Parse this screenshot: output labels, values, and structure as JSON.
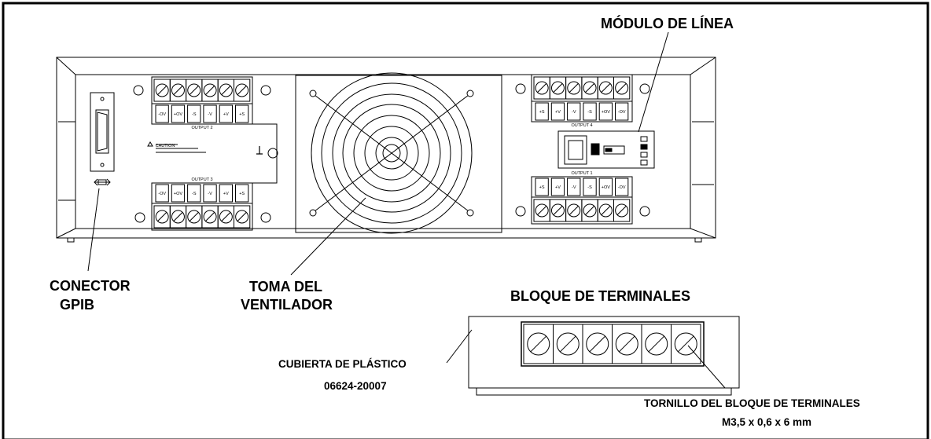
{
  "labels": {
    "line_module": "MÓDULO DE LÍNEA",
    "gpib_connector_line1": "CONECTOR",
    "gpib_connector_line2": "GPIB",
    "fan_intake_line1": "TOMA DEL",
    "fan_intake_line2": "VENTILADOR",
    "terminal_block": "BLOQUE DE TERMINALES",
    "plastic_cover": "CUBIERTA DE PLÁSTICO",
    "part_number": "06624-20007",
    "terminal_screw": "TORNILLO DEL BLOQUE DE TERMINALES",
    "screw_size": "M3,5 x 0,6 x 6 mm"
  },
  "panel": {
    "output_top_left": "OUTPUT 2",
    "output_bottom_left": "OUTPUT 3",
    "output_top_right": "OUTPUT 4",
    "output_bottom_right": "OUTPUT 1",
    "caution_title": "CAUTION",
    "terminals_left": [
      "-OV",
      "+OV",
      "-S",
      "-V",
      "+V",
      "+S"
    ],
    "terminals_right": [
      "+S",
      "+V",
      "-V",
      "-S",
      "+OV",
      "-OV"
    ]
  },
  "colors": {
    "line": "#000000",
    "background": "#ffffff"
  }
}
